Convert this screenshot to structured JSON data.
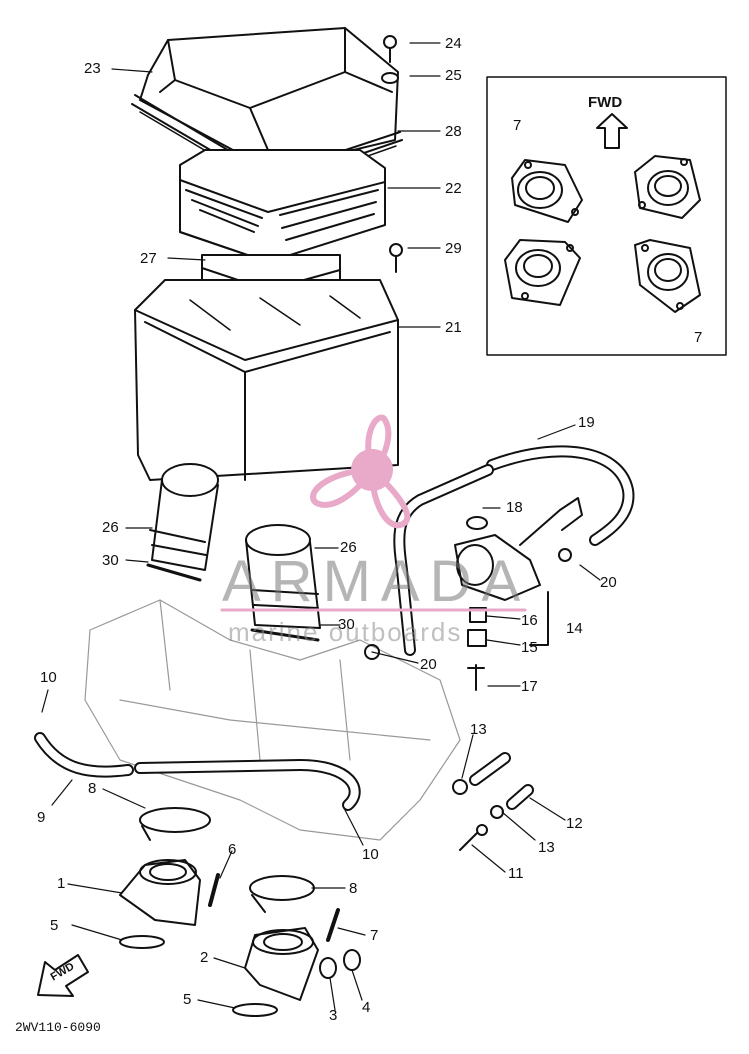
{
  "part_labels": {
    "p1": "1",
    "p2": "2",
    "p3": "3",
    "p4": "4",
    "p5a": "5",
    "p5b": "5",
    "p6": "6",
    "p7a": "7",
    "p7b": "7",
    "p7c": "7",
    "p8a": "8",
    "p8b": "8",
    "p9": "9",
    "p10a": "10",
    "p10b": "10",
    "p11": "11",
    "p12": "12",
    "p13a": "13",
    "p13b": "13",
    "p14": "14",
    "p15": "15",
    "p16": "16",
    "p17": "17",
    "p18": "18",
    "p19": "19",
    "p20a": "20",
    "p20b": "20",
    "p21": "21",
    "p22": "22",
    "p23": "23",
    "p24": "24",
    "p25": "25",
    "p26a": "26",
    "p26b": "26",
    "p27": "27",
    "p28": "28",
    "p29": "29",
    "p30a": "30",
    "p30b": "30"
  },
  "inset": {
    "fwd_label": "FWD"
  },
  "fwd_tag": "FWD",
  "diagram_code": "2WV110-6090",
  "watermark": {
    "brand": "ARMADA",
    "subtitle": "marine outboards",
    "color": "#e9a9c9",
    "icon": "propeller-logo-icon"
  }
}
